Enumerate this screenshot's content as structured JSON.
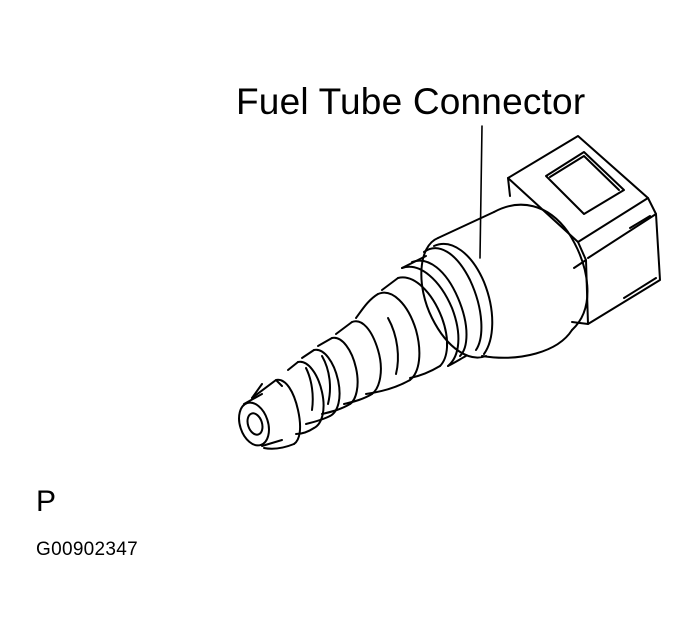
{
  "diagram": {
    "callout_label": "Fuel Tube Connector",
    "view_letter": "P",
    "figure_id": "G00902347",
    "colors": {
      "line": "#000000",
      "background": "#ffffff"
    }
  }
}
